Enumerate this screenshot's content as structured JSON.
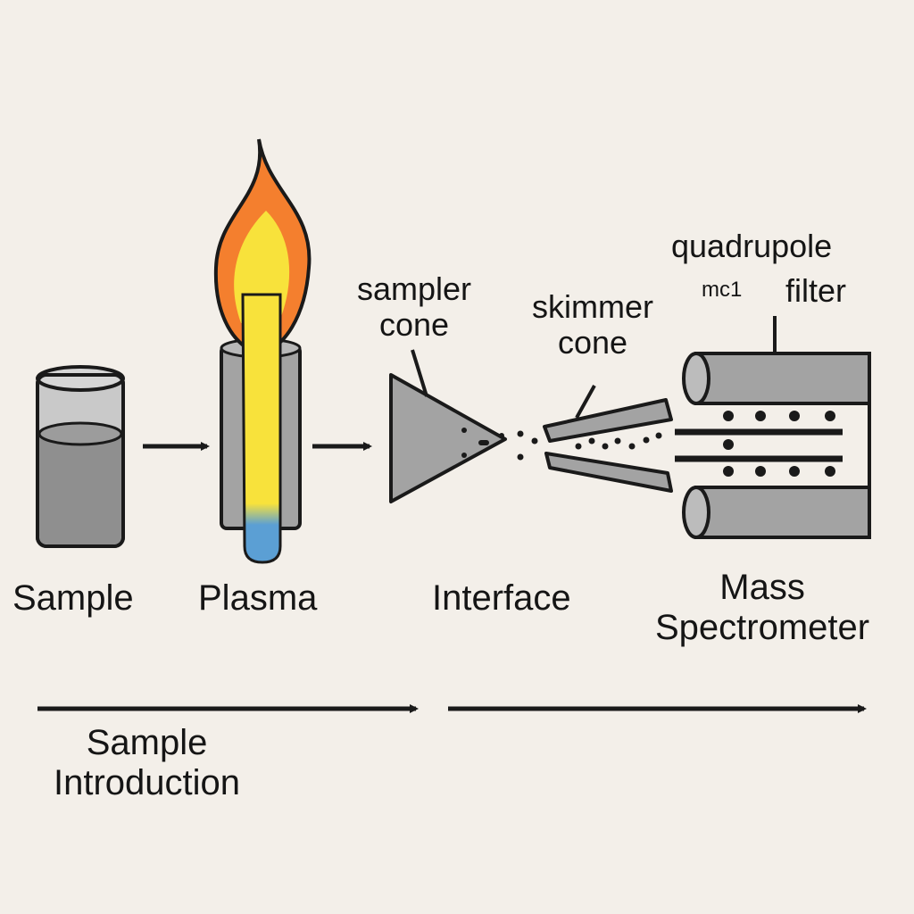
{
  "stages": {
    "sample": "Sample",
    "plasma": "Plasma",
    "interface": "Interface",
    "mass_spectrometer": [
      "Mass",
      "Spectrometer"
    ]
  },
  "components": {
    "sampler_cone": [
      "sampler",
      "cone"
    ],
    "skimmer_cone": [
      "skimmer",
      "cone"
    ],
    "quadrupole_filter": [
      "quadrupole",
      "filter"
    ],
    "stray_mark": "mc1"
  },
  "sections": {
    "sample_introduction": [
      "Sample",
      "Introduction"
    ]
  },
  "colors": {
    "background": "#f3efe9",
    "outline": "#1a1a1a",
    "gray_fill": "#a3a3a3",
    "liquid": "#8f8f8f",
    "flame_outer": "#f47f2e",
    "flame_inner": "#f8e23b",
    "flame_base": "#5b9fd4"
  },
  "icons": [
    "beaker-icon",
    "flame-icon",
    "torch-icon",
    "cone-icon",
    "quadrupole-rods-icon",
    "arrow-icon"
  ]
}
